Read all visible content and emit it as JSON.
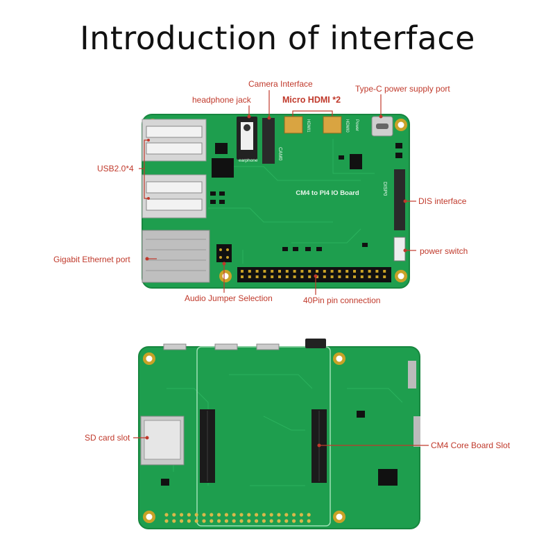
{
  "title": "Introduction of interface",
  "board_top": {
    "silk_center": "CM4 to PI4 IO Board",
    "silk_cam": "CAM0",
    "silk_disp": "DISP0",
    "silk_earphone": "earphone",
    "silk_hdmi1": "HDMI1",
    "silk_hdmi0": "HDMI0",
    "silk_power": "Power",
    "labels": {
      "camera": "Camera Interface",
      "headphone": "headphone jack",
      "micro_hdmi": "Micro HDMI *2",
      "typec": "Type-C power supply port",
      "usb": "USB2.0*4",
      "dis": "DIS interface",
      "ethernet": "Gigabit Ethernet port",
      "power_switch": "power switch",
      "audio_jumper": "Audio Jumper Selection",
      "pin40": "40Pin pin connection"
    }
  },
  "board_bottom": {
    "labels": {
      "sd": "SD card slot",
      "cm4": "CM4 Core Board Slot"
    }
  },
  "colors": {
    "pcb": "#1e9e4e",
    "pcb_edge": "#17863f",
    "label": "#c0392b",
    "gold": "#c9a227"
  }
}
